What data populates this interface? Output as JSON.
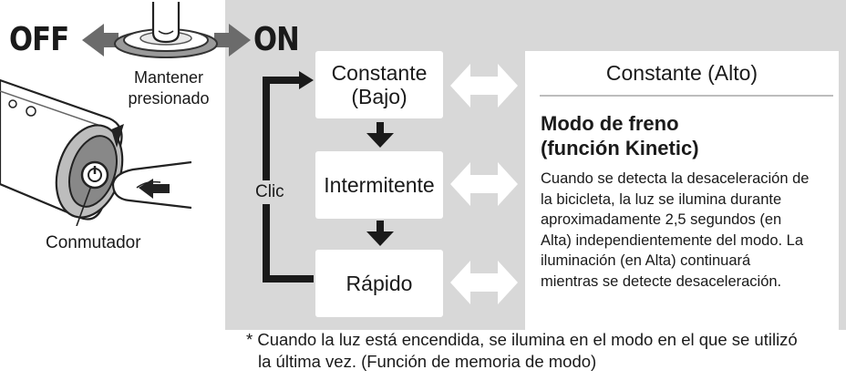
{
  "power": {
    "off_label": "OFF",
    "on_label": "ON",
    "hold_line1": "Mantener",
    "hold_line2": "presionado"
  },
  "switch_label": "Conmutador",
  "cycle": {
    "clic_label": "Clic",
    "modes": [
      {
        "line1": "Constante",
        "line2": "(Bajo)"
      },
      {
        "line1": "Intermitente",
        "line2": ""
      },
      {
        "line1": "Rápido",
        "line2": ""
      }
    ]
  },
  "info": {
    "title": "Constante (Alto)",
    "heading_line1": "Modo de freno",
    "heading_line2": "(función Kinetic)",
    "body_lines": [
      "Cuando se detecta la desaceleración de",
      "la bicicleta, la luz se ilumina durante",
      "aproximadamente 2,5 segundos (en",
      "Alta) independientemente del modo. La",
      "iluminación (en Alta) continuará",
      "mientras se detecte desaceleración."
    ]
  },
  "note": {
    "line1": "* Cuando la luz está encendida, se ilumina en el modo en el que se utilizó",
    "line2": "la última vez. (Función de memoria de modo)"
  },
  "colors": {
    "panel_gray": "#d8d8d8",
    "arrow_gray": "#6b6b6b",
    "text": "#1a1a1a"
  }
}
